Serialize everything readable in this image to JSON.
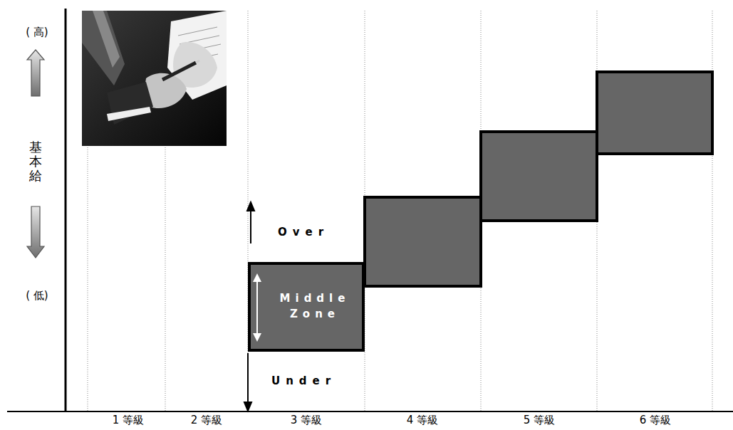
{
  "diagram": {
    "nodes": [
      {
        "text": [
          "Middle Zone"
        ]
      }
    ],
    "labels": [
      "( 高)",
      "基本給",
      "( 低)",
      "Over",
      "Under",
      "1 等級",
      "2 等級",
      "3 等級",
      "4 等級",
      "5 等級",
      "6 等級"
    ]
  }
}
